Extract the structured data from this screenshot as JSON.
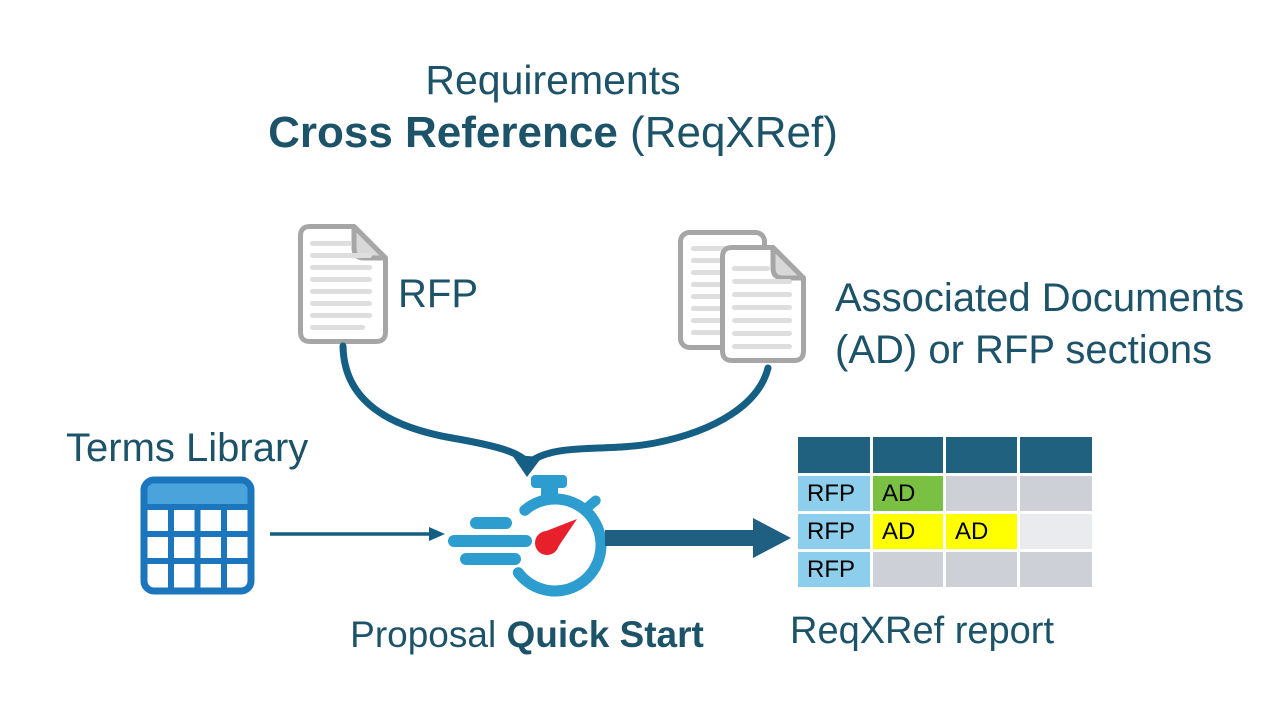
{
  "title": {
    "line1": "Requirements",
    "line2_bold": "Cross Reference",
    "line2_suffix": " (ReqXRef)"
  },
  "labels": {
    "rfp": "RFP",
    "associated_line1": "Associated Documents",
    "associated_line2": "(AD) or RFP sections",
    "terms_library": "Terms Library",
    "proposal_regular": "Proposal ",
    "proposal_bold": "Quick Start",
    "report_caption": "ReqXRef report"
  },
  "icons": {
    "rfp_document": "document-icon",
    "associated_documents": "documents-stack-icon",
    "terms_library": "table-grid-icon",
    "proposal_quick_start": "stopwatch-icon",
    "flow_arrows": "arrow-icons"
  },
  "report_table": {
    "header_bg": "#1F617F",
    "header_cells": [
      "",
      "",
      "",
      ""
    ],
    "rows": [
      [
        {
          "text": "RFP",
          "bg": "#8DCEEC"
        },
        {
          "text": "AD",
          "bg": "#7AC143"
        },
        {
          "text": "",
          "bg": "#CDD1D7"
        },
        {
          "text": "",
          "bg": "#CDD1D7"
        }
      ],
      [
        {
          "text": "RFP",
          "bg": "#8DCEEC"
        },
        {
          "text": "AD",
          "bg": "#FFFF00"
        },
        {
          "text": "AD",
          "bg": "#FFFF00"
        },
        {
          "text": "",
          "bg": "#E9EBEE"
        }
      ],
      [
        {
          "text": "RFP",
          "bg": "#8DCEEC"
        },
        {
          "text": "",
          "bg": "#CDD1D7"
        },
        {
          "text": "",
          "bg": "#CDD1D7"
        },
        {
          "text": "",
          "bg": "#CDD1D7"
        }
      ]
    ]
  },
  "colors": {
    "text_dark_teal": "#1D5369",
    "arrow_teal": "#155E84",
    "report_header_teal": "#1F617F",
    "stopwatch_blue": "#2D9CCE",
    "stopwatch_needle_red": "#E8202C",
    "table_icon_border_blue": "#1B76BE",
    "table_icon_header_blue": "#4BA3DC",
    "document_border_gray": "#A6A6A6",
    "document_line_gray": "#DEDEDE",
    "document_fold_gray": "#D8D8D8",
    "cell_rfp_blue": "#8DCEEC",
    "cell_ad_green": "#7AC143",
    "cell_ad_yellow": "#FFFF00",
    "cell_empty_gray": "#CDD1D7",
    "cell_empty_light_gray": "#E9EBEE"
  }
}
